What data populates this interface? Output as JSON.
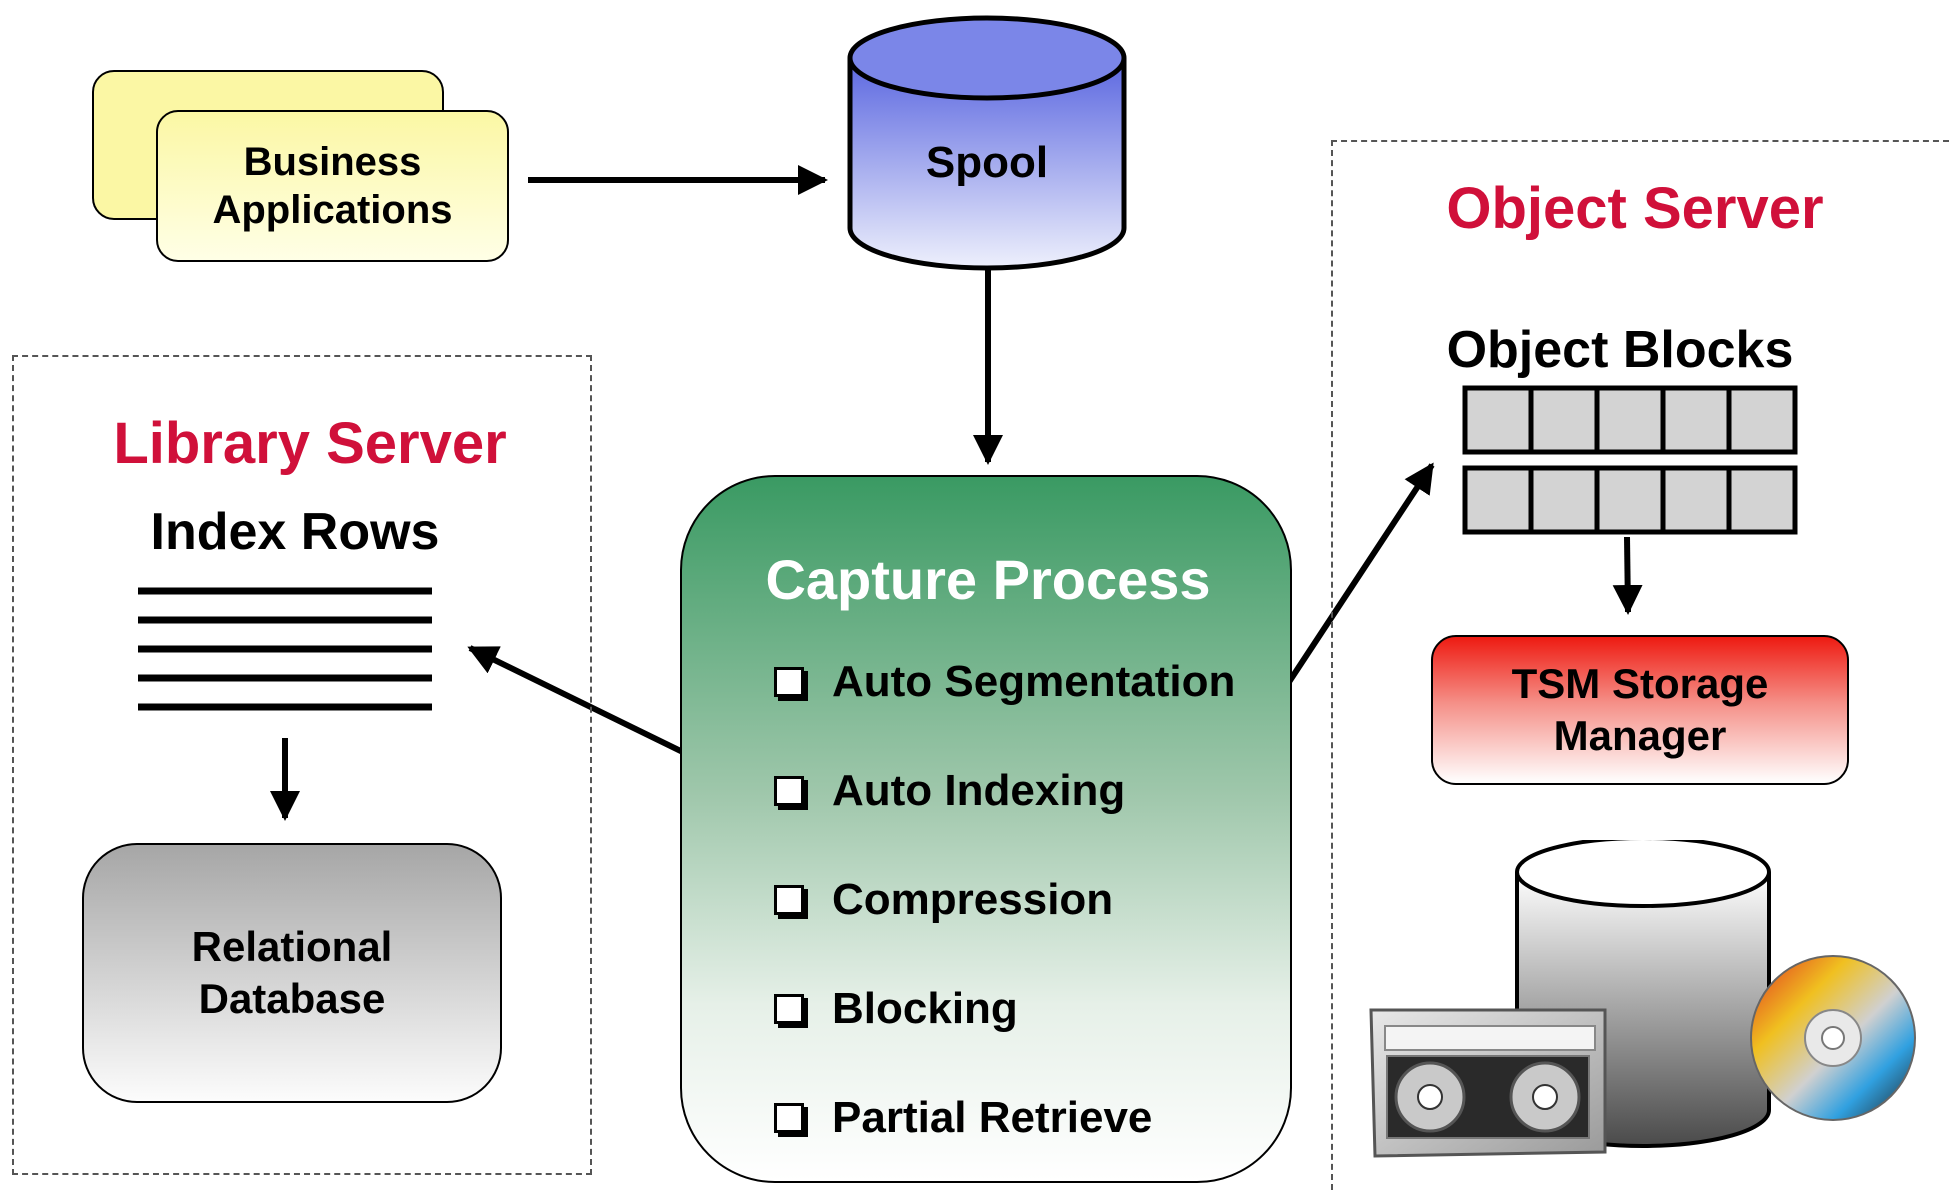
{
  "business_apps": {
    "label_line1": "Business",
    "label_line2": "Applications"
  },
  "spool": {
    "label": "Spool"
  },
  "library_server": {
    "title": "Library Server",
    "index_rows_label": "Index Rows",
    "database_line1": "Relational",
    "database_line2": "Database"
  },
  "capture_process": {
    "title": "Capture Process",
    "items": [
      "Auto Segmentation",
      "Auto Indexing",
      "Compression",
      "Blocking",
      "Partial Retrieve"
    ]
  },
  "object_server": {
    "title": "Object Server",
    "blocks_label": "Object Blocks",
    "tsm_line1": "TSM Storage",
    "tsm_line2": "Manager"
  },
  "colors": {
    "server_title": "#d0103a",
    "business_fill": "#fbf7a4",
    "spool_fill": "#7b86e8",
    "capture_fill_top": "#3a9a63",
    "tsm_fill_top": "#ee1b12",
    "block_fill": "#d3d3d3"
  },
  "icons": [
    "tape-cartridge-icon",
    "cd-disc-icon",
    "disk-storage-icon"
  ]
}
